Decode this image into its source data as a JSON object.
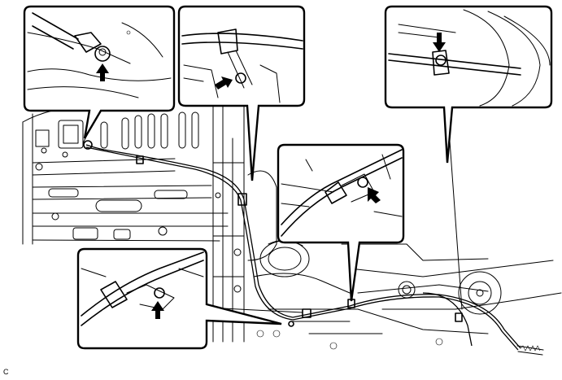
{
  "figure": {
    "code": "C"
  },
  "colors": {
    "line": "#000000",
    "background": "#ffffff"
  },
  "callouts": [
    {
      "id": "top-left",
      "content": "cable-bracket-bolt",
      "indicator": "arrow-icon"
    },
    {
      "id": "top-center",
      "content": "cable-clamp-bolt",
      "indicator": "arrow-icon"
    },
    {
      "id": "top-right",
      "content": "cable-clamp-near-drum",
      "indicator": "arrow-icon"
    },
    {
      "id": "middle-right",
      "content": "cable-bracket-bolt",
      "indicator": "arrow-icon"
    },
    {
      "id": "bottom-left",
      "content": "cable-bracket-bolt",
      "indicator": "arrow-icon"
    }
  ]
}
